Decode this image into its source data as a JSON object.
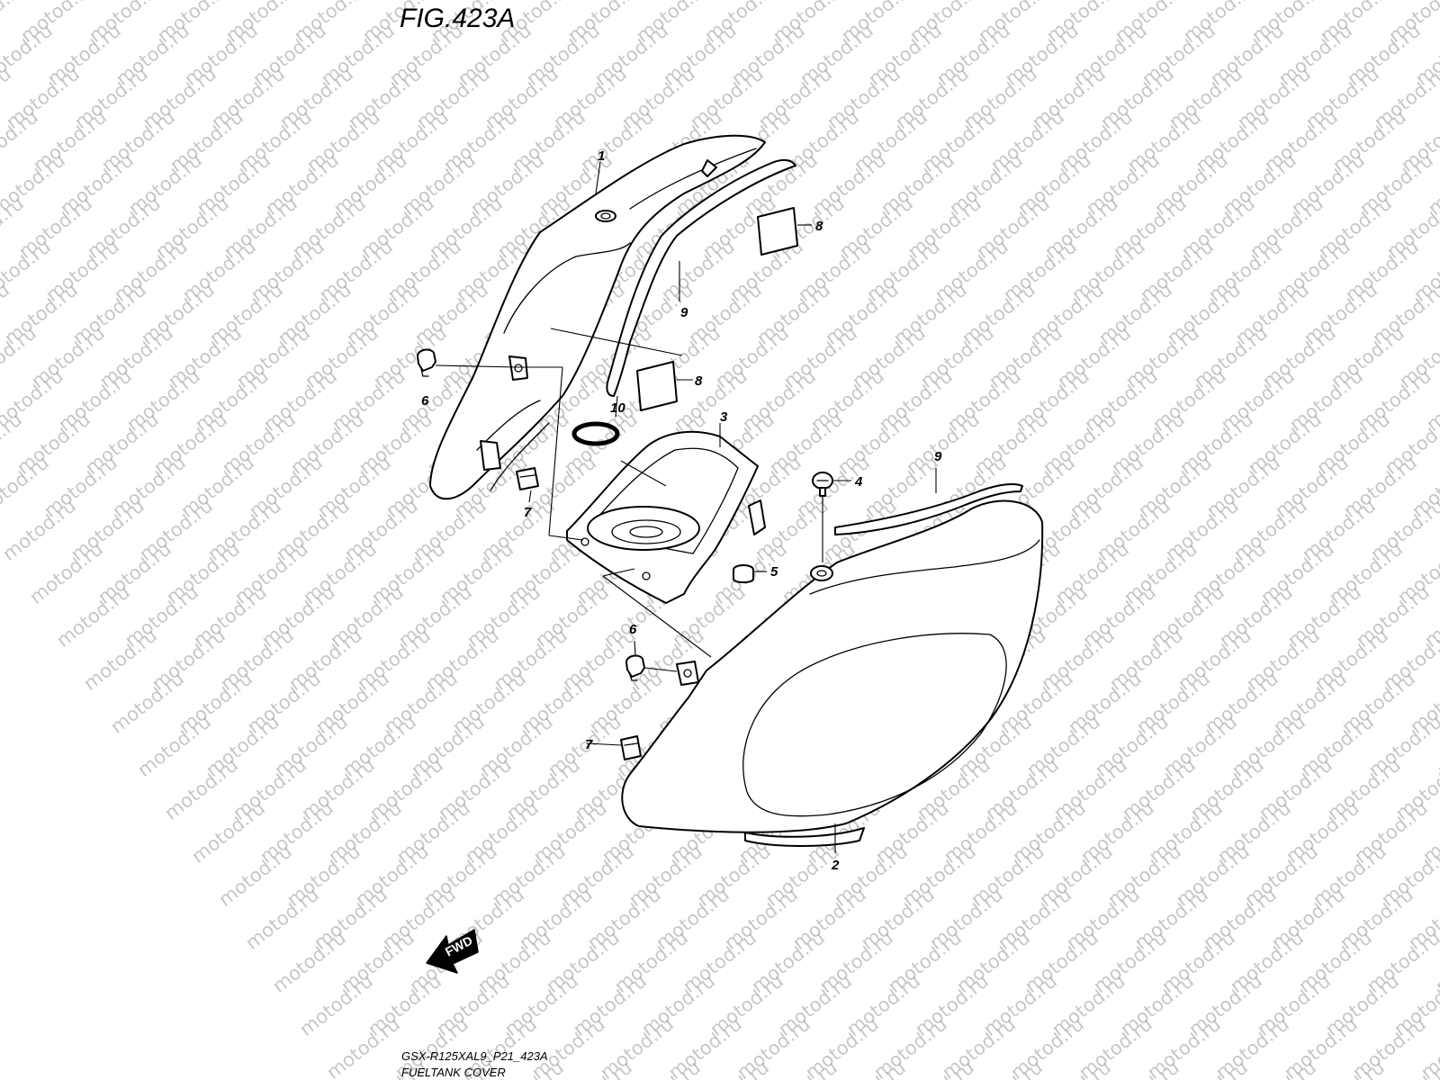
{
  "figure": {
    "title": "FIG.423A",
    "code": "GSX-R125XAL9_P21_423A",
    "name": "FUELTANK COVER"
  },
  "watermark": {
    "text": "motod.ru"
  },
  "fwd_arrow": {
    "label": "FWD"
  },
  "callouts": [
    {
      "id": "c1",
      "label": "1"
    },
    {
      "id": "c8a",
      "label": "8"
    },
    {
      "id": "c9a",
      "label": "9"
    },
    {
      "id": "c8b",
      "label": "8"
    },
    {
      "id": "c6a",
      "label": "6"
    },
    {
      "id": "c10",
      "label": "10"
    },
    {
      "id": "c3",
      "label": "3"
    },
    {
      "id": "c7a",
      "label": "7"
    },
    {
      "id": "c4",
      "label": "4"
    },
    {
      "id": "c9b",
      "label": "9"
    },
    {
      "id": "c5",
      "label": "5"
    },
    {
      "id": "c6b",
      "label": "6"
    },
    {
      "id": "c7b",
      "label": "7"
    },
    {
      "id": "c2",
      "label": "2"
    }
  ]
}
